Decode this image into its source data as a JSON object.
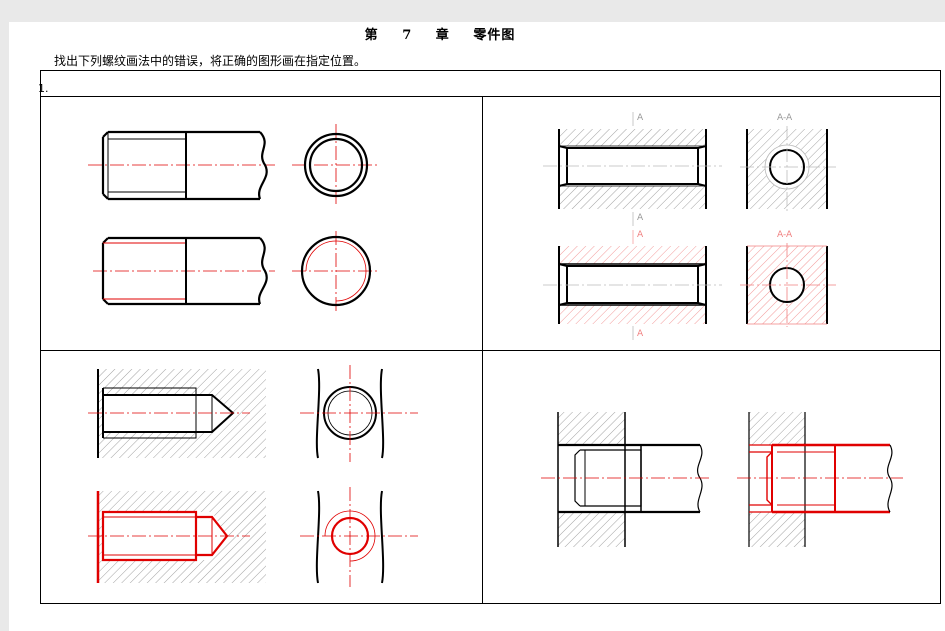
{
  "header": {
    "chapter": "第 7 章",
    "title": "零件图"
  },
  "instruction": "找出下列螺纹画法中的错误，将正确的图形画在指定位置。",
  "problem_number": "1.",
  "section_labels": {
    "top": "A",
    "section": "A-A",
    "bottom": "A"
  },
  "colors": {
    "line": "#000000",
    "correction": "#e00000",
    "hatch": "#9a9a9a",
    "background": "#e9e9e9"
  }
}
